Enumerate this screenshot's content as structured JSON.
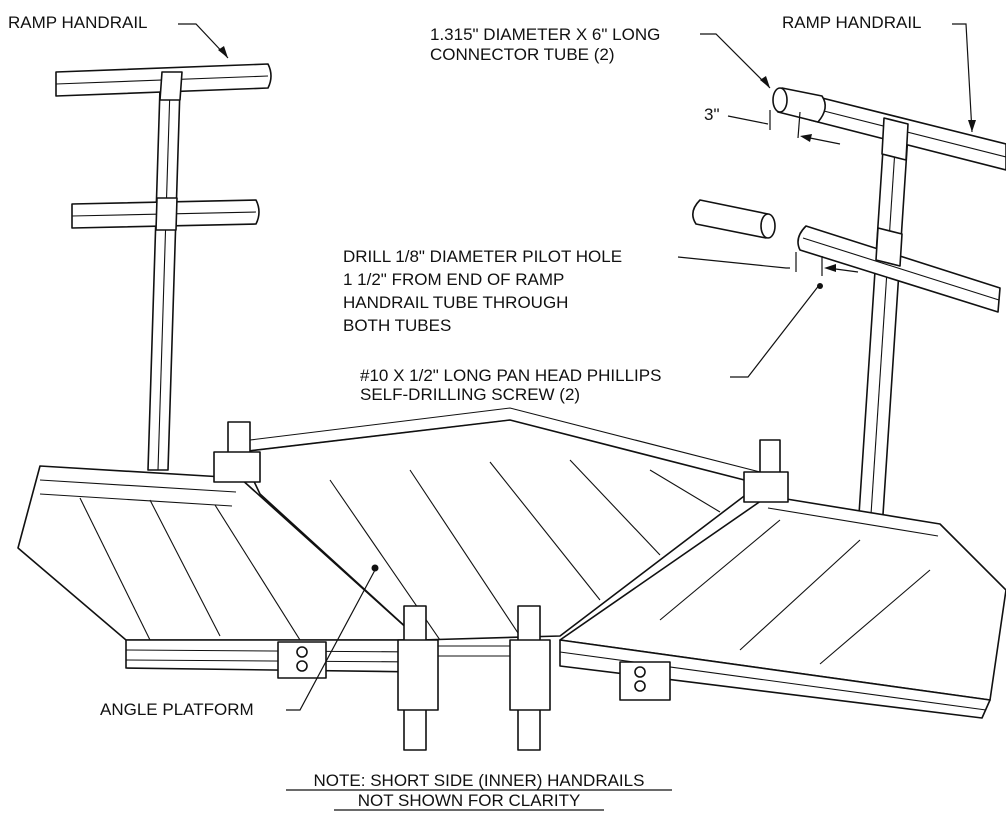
{
  "labels": {
    "ramp_handrail_left": "RAMP HANDRAIL",
    "ramp_handrail_right": "RAMP HANDRAIL",
    "connector_tube_line1": "1.315\" DIAMETER X 6\" LONG",
    "connector_tube_line2": "CONNECTOR TUBE (2)",
    "dim_3in": "3\"",
    "drill_line1": "DRILL 1/8\" DIAMETER PILOT HOLE",
    "drill_line2": "1 1/2\"  FROM END OF RAMP",
    "drill_line3": "HANDRAIL TUBE THROUGH",
    "drill_line4": "BOTH TUBES",
    "screw_line1": "#10 X 1/2\" LONG PAN HEAD PHILLIPS",
    "screw_line2": "SELF-DRILLING SCREW (2)",
    "angle_platform": "ANGLE PLATFORM",
    "note_line1": "NOTE: SHORT SIDE (INNER) HANDRAILS",
    "note_line2": "NOT SHOWN FOR CLARITY"
  },
  "style": {
    "line_color": "#111111",
    "background": "#ffffff"
  }
}
